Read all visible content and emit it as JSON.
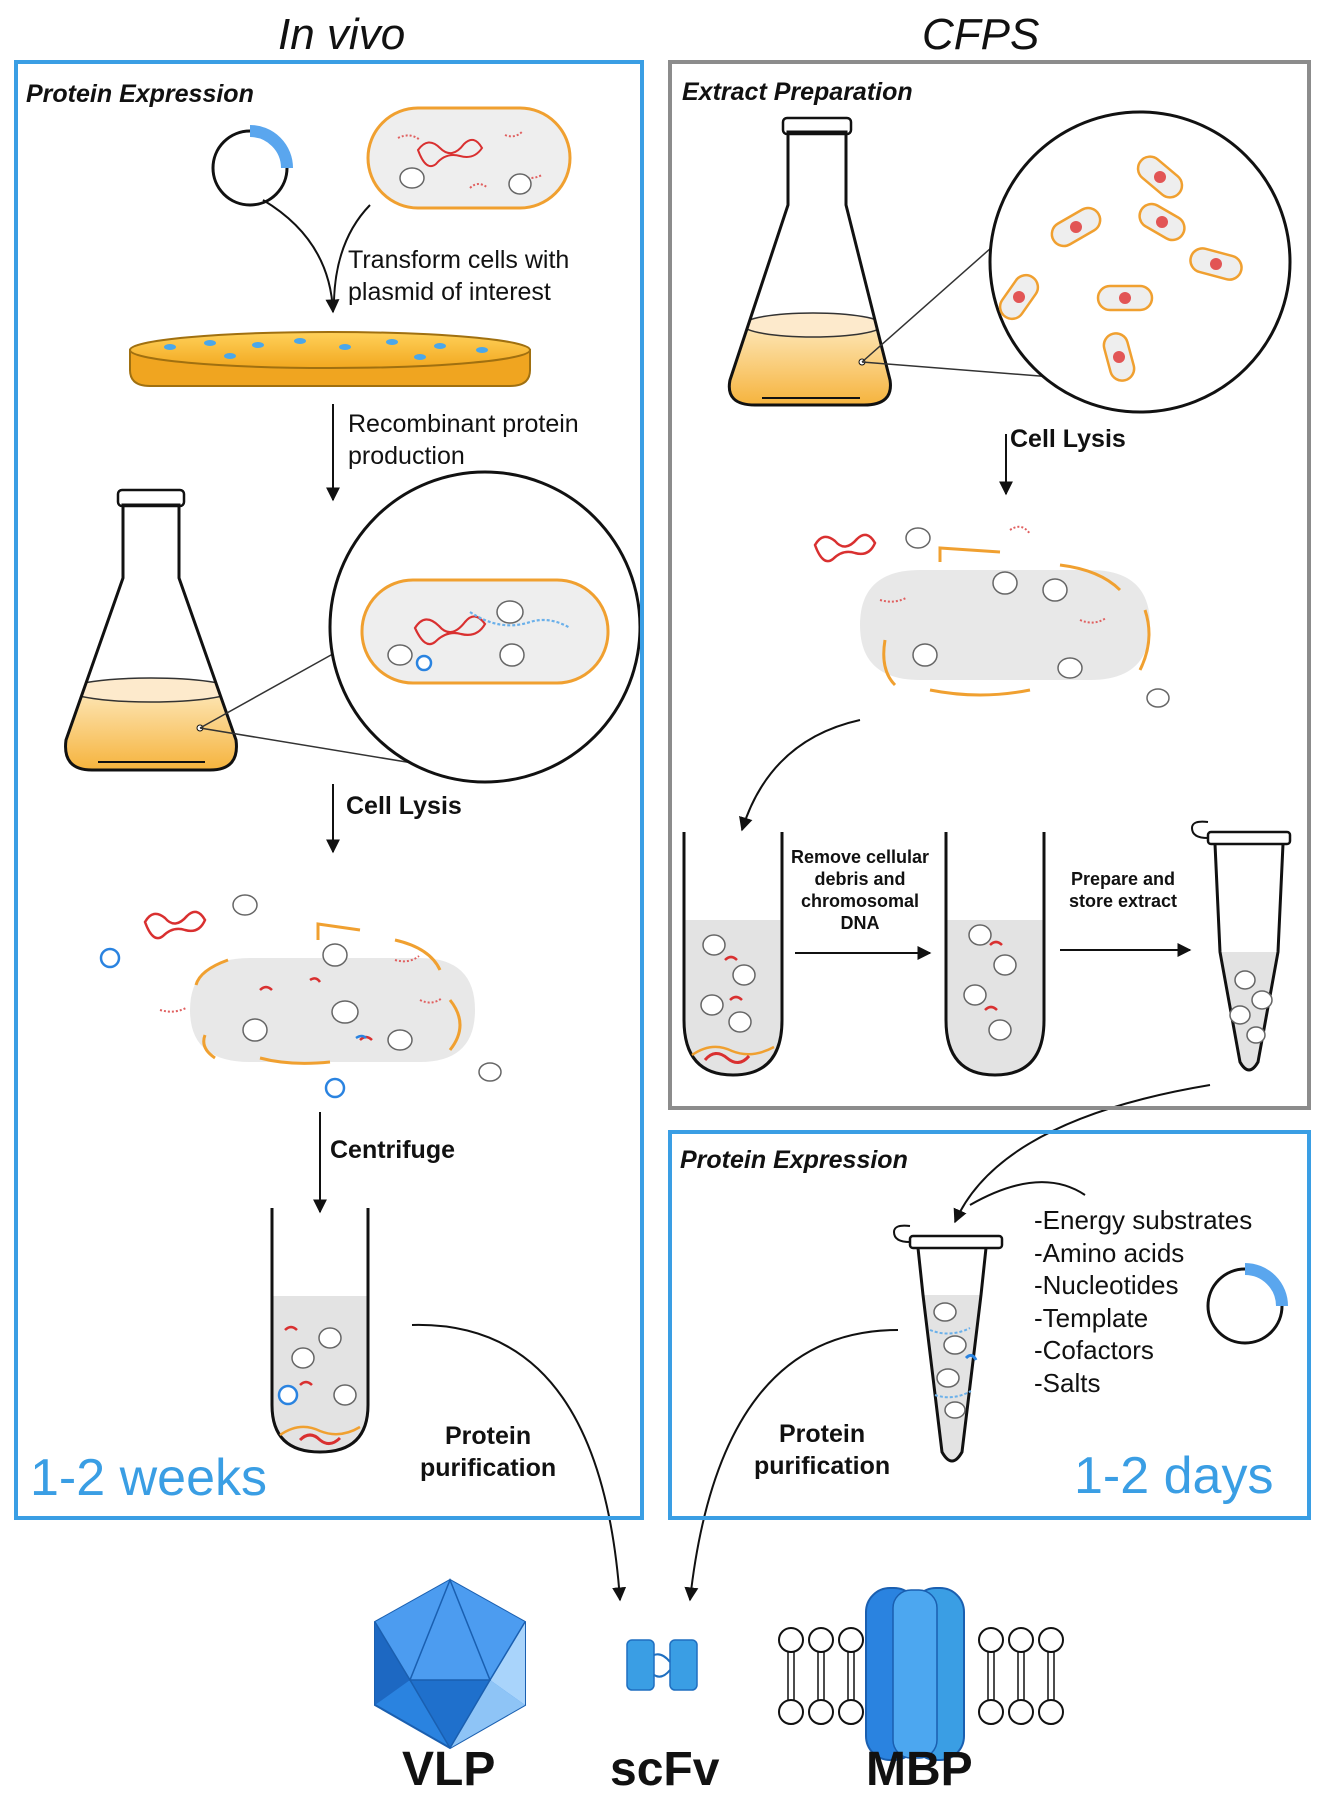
{
  "titles": {
    "left": "In vivo",
    "right": "CFPS"
  },
  "in_vivo": {
    "panel_title": "Protein Expression",
    "step_transform": [
      "Transform cells with",
      "plasmid of interest"
    ],
    "step_recombinant": [
      "Recombinant protein",
      "production"
    ],
    "step_lysis": "Cell Lysis",
    "step_centrifuge": "Centrifuge",
    "purification": [
      "Protein",
      "purification"
    ],
    "duration": "1-2 weeks"
  },
  "cfps": {
    "extract_title": "Extract Preparation",
    "step_lysis": "Cell Lysis",
    "step_remove": [
      "Remove cellular",
      "debris and",
      "chromosomal",
      "DNA"
    ],
    "step_prepare": [
      "Prepare and",
      "store extract"
    ],
    "expression_title": "Protein Expression",
    "ingredients": [
      "-Energy substrates",
      "-Amino acids",
      "-Nucleotides",
      "-Template",
      "-Cofactors",
      "-Salts"
    ],
    "purification": [
      "Protein",
      "purification"
    ],
    "duration": "1-2 days"
  },
  "products": [
    "VLP",
    "scFv",
    "MBP"
  ],
  "colors": {
    "panel_blue": "#3a9ee4",
    "panel_gray": "#8c8c8c",
    "media_orange": "#f6b53a",
    "membrane": "#f0a030",
    "dna_red": "#d93030",
    "protein_blue": "#2a83e0"
  }
}
